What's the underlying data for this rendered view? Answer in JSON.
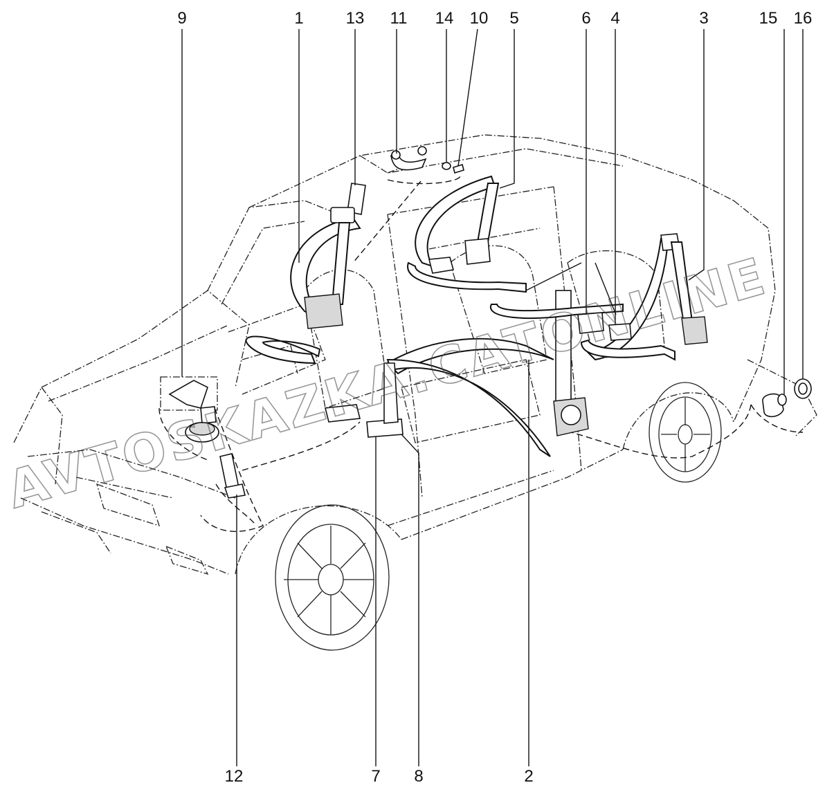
{
  "diagram": {
    "callouts": [
      {
        "id": "9",
        "label": "9"
      },
      {
        "id": "1",
        "label": "1"
      },
      {
        "id": "13",
        "label": "13"
      },
      {
        "id": "11",
        "label": "11"
      },
      {
        "id": "14",
        "label": "14"
      },
      {
        "id": "10",
        "label": "10"
      },
      {
        "id": "5",
        "label": "5"
      },
      {
        "id": "6",
        "label": "6"
      },
      {
        "id": "4",
        "label": "4"
      },
      {
        "id": "3",
        "label": "3"
      },
      {
        "id": "15",
        "label": "15"
      },
      {
        "id": "16",
        "label": "16"
      },
      {
        "id": "12",
        "label": "12"
      },
      {
        "id": "7",
        "label": "7"
      },
      {
        "id": "8",
        "label": "8"
      },
      {
        "id": "2",
        "label": "2"
      }
    ],
    "watermark": "AVTOSKAZKA.CATONLINE"
  }
}
